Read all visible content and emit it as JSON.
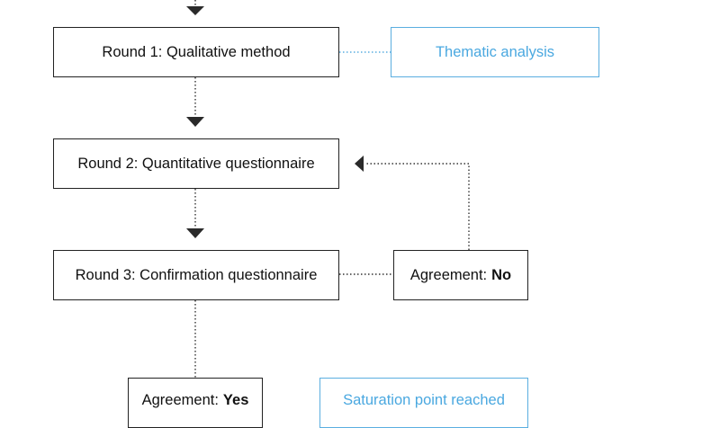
{
  "nodes": {
    "round1": {
      "label": "Round 1: Qualitative method"
    },
    "thematic": {
      "label": "Thematic analysis"
    },
    "round2": {
      "label": "Round 2: Quantitative questionnaire"
    },
    "round3": {
      "label": "Round 3: Confirmation questionnaire"
    },
    "agreement_no": {
      "prefix": "Agreement:",
      "value": "No"
    },
    "agreement_yes": {
      "prefix": "Agreement:",
      "value": "Yes"
    },
    "saturation": {
      "label": "Saturation point reached"
    }
  },
  "colors": {
    "box_border": "#222222",
    "accent_blue": "#4aa8e0",
    "connector": "#333333"
  }
}
